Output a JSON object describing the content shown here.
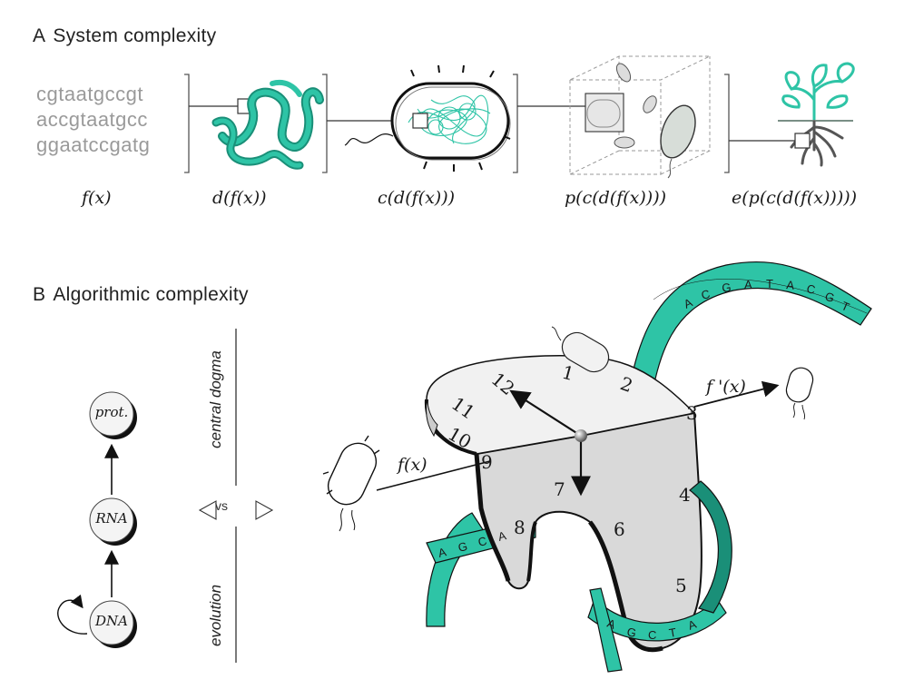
{
  "section_a": {
    "letter": "A",
    "title": "System complexity",
    "dna_sequence": [
      "cgtaatgccgt",
      "accgtaatgcc",
      "ggaatccgatg"
    ],
    "functions": [
      "f(x)",
      "d(f(x))",
      "c(d(f(x)))",
      "p(c(d(f(x))))",
      "e(p(c(d(f(x)))))"
    ]
  },
  "section_b": {
    "letter": "B",
    "title": "Algorithmic complexity",
    "nodes": [
      "prot.",
      "RNA",
      "DNA"
    ],
    "central_dogma": "central dogma",
    "evolution": "evolution",
    "vs": "vs",
    "clock_numbers": [
      "1",
      "2",
      "3",
      "4",
      "5",
      "6",
      "7",
      "8",
      "9",
      "10",
      "11",
      "12"
    ],
    "input_label": "f(x)",
    "output_label": "f '(x)",
    "tape_top": [
      "A",
      "C",
      "G",
      "A",
      "T",
      "A",
      "C",
      "G",
      "T"
    ],
    "tape_left": [
      "A",
      "G",
      "C",
      "A"
    ],
    "tape_bottom": [
      "A",
      "G",
      "C",
      "T",
      "A"
    ]
  },
  "colors": {
    "teal": "#2ec4a6",
    "teal_dark": "#1a8f78",
    "gray_fill": "#d9d9d9",
    "text_gray": "#9a9a9a"
  }
}
